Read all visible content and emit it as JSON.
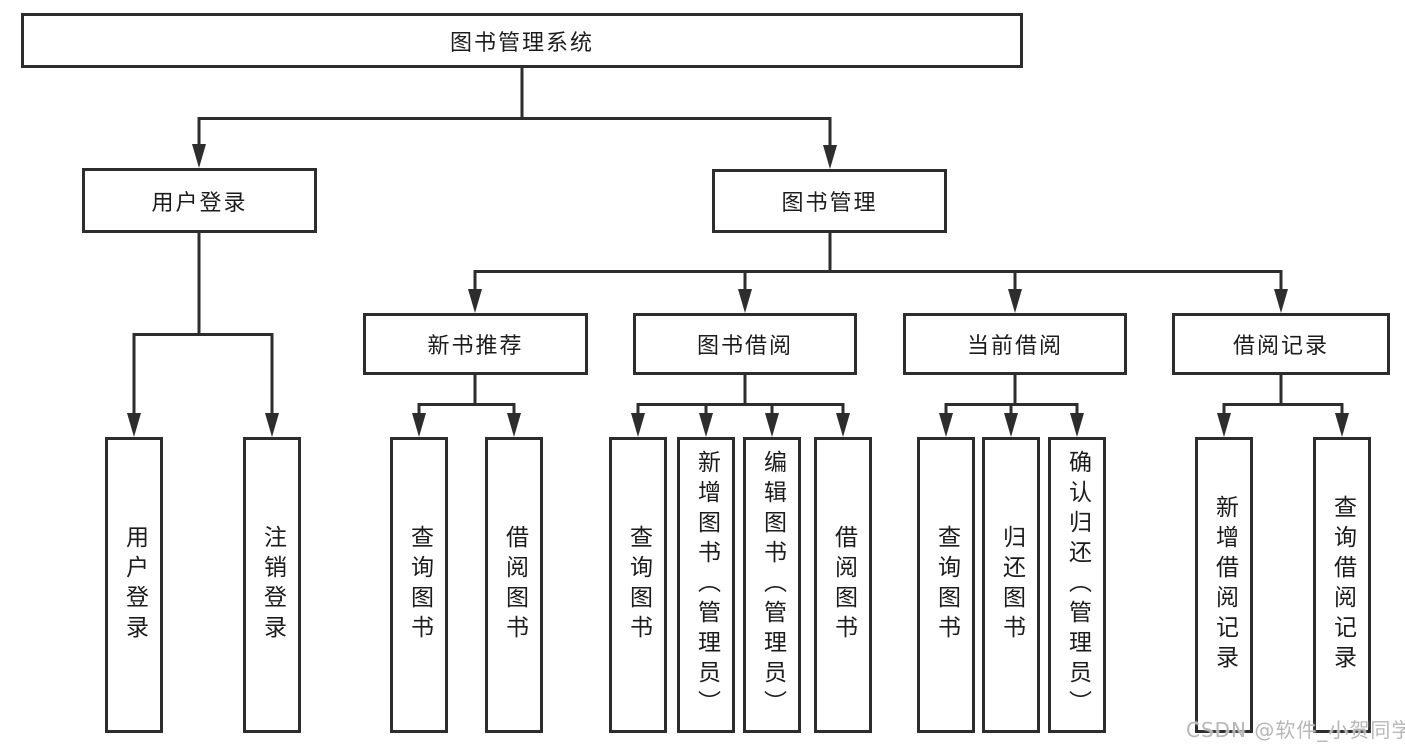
{
  "diagram": {
    "title": "图书管理系统",
    "branches": [
      {
        "label": "用户登录",
        "children": [
          {
            "label": "用户登录"
          },
          {
            "label": "注销登录"
          }
        ]
      },
      {
        "label": "图书管理",
        "children": [
          {
            "label": "新书推荐",
            "children": [
              {
                "label": "查询图书"
              },
              {
                "label": "借阅图书"
              }
            ]
          },
          {
            "label": "图书借阅",
            "children": [
              {
                "label": "查询图书"
              },
              {
                "label": "新增图书（管理员）"
              },
              {
                "label": "编辑图书（管理员）"
              },
              {
                "label": "借阅图书"
              }
            ]
          },
          {
            "label": "当前借阅",
            "children": [
              {
                "label": "查询图书"
              },
              {
                "label": "归还图书"
              },
              {
                "label": "确认归还（管理员）"
              }
            ]
          },
          {
            "label": "借阅记录",
            "children": [
              {
                "label": "新增借阅记录"
              },
              {
                "label": "查询借阅记录"
              }
            ]
          }
        ]
      }
    ]
  },
  "watermark": {
    "text": "CSDN @软件_小贺同学",
    "color": "#b7b7b7"
  },
  "colors": {
    "line": "#2d2d2d",
    "box_background": "#ffffff",
    "text": "#1c1c1c"
  }
}
